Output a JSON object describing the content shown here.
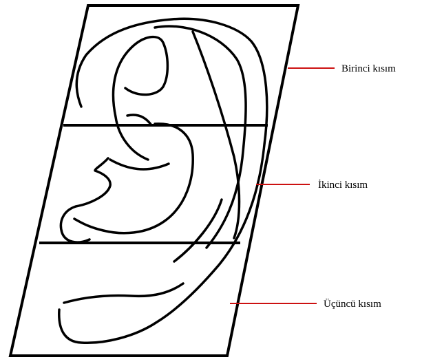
{
  "colors": {
    "outline": "#000000",
    "leader_line": "#cc1111",
    "background": "#ffffff"
  },
  "labels": {
    "first_section": "Birinci kısım",
    "second_section": "İkinci kısım",
    "third_section": "Üçüncü kısım"
  }
}
